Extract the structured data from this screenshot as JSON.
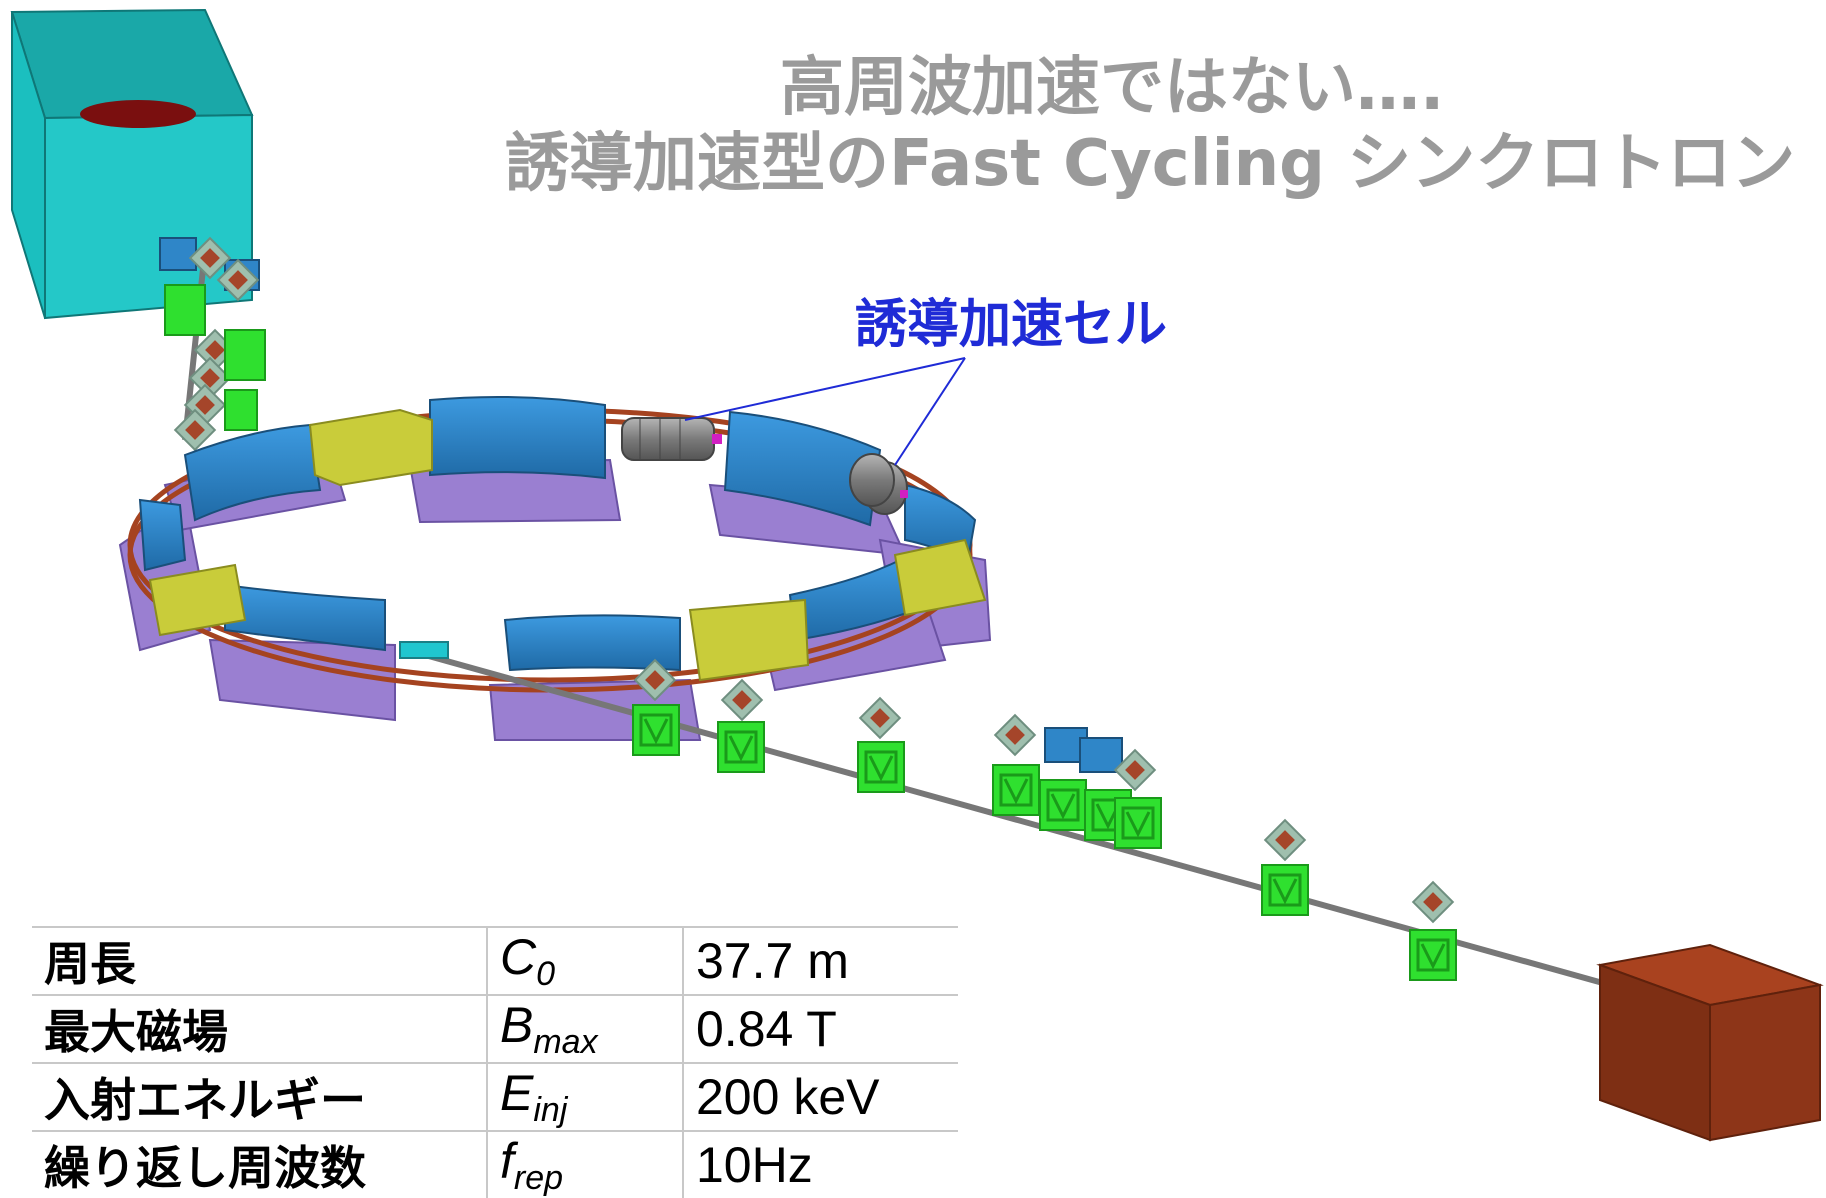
{
  "title": {
    "line1": "高周波加速ではない….",
    "line2": "誘導加速型のFast Cycling シンクロトロン"
  },
  "labels": {
    "induction_cell": "誘導加速セル"
  },
  "parameters": [
    {
      "name": "周長",
      "symbol": "C",
      "subscript": "0",
      "value": "37.7 m"
    },
    {
      "name": "最大磁場",
      "symbol": "B",
      "subscript": "max",
      "value": "0.84 T"
    },
    {
      "name": "入射エネルギー",
      "symbol": "E",
      "subscript": "inj",
      "value": "200 keV"
    },
    {
      "name": "繰り返し周波数",
      "symbol": "f",
      "subscript": "rep",
      "value": "10Hz"
    }
  ],
  "colors": {
    "title": "#9a9a9a",
    "label": "#1f2bd6",
    "ion_source": "#1bbfbf",
    "bending_magnet": "#2f86c8",
    "magnet_base": "#9a7fd1",
    "straight_section": "#c9cc3a",
    "coil": "#a54320",
    "induction_cell": "#808080",
    "quadrupole_stand": "#22dd22",
    "beam_dump": "#8a3519"
  }
}
